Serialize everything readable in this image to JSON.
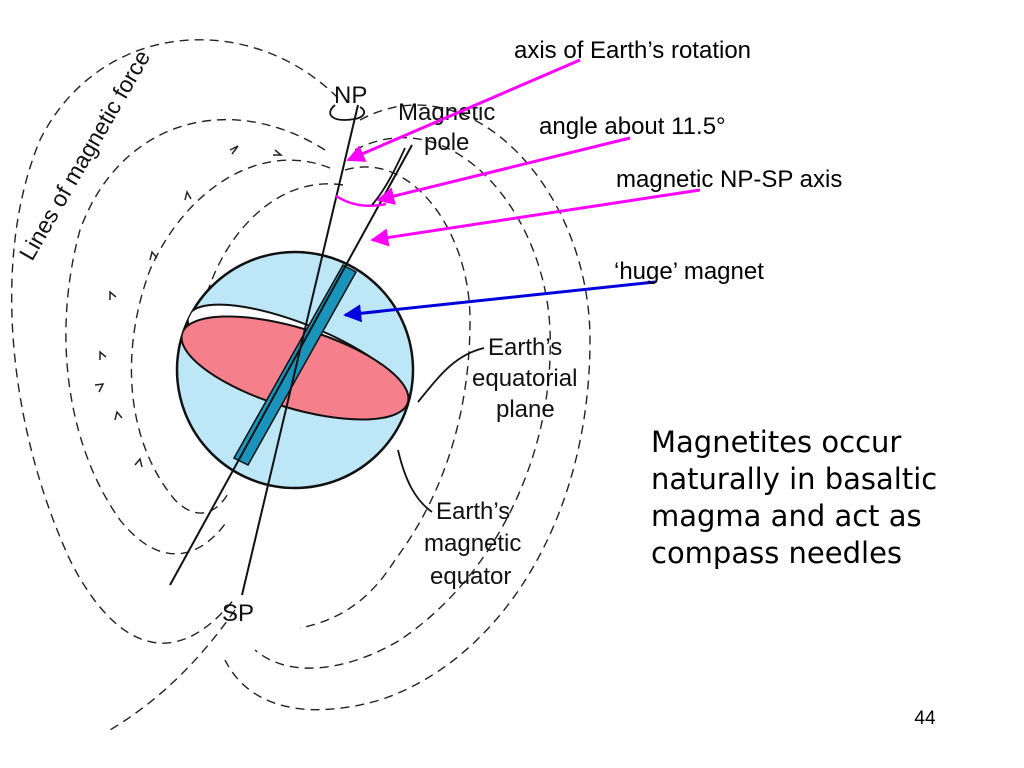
{
  "callouts": {
    "rotation_axis": "axis of Earth’s rotation",
    "angle": "angle about 11.5°",
    "magnetic_axis": "magnetic NP-SP axis",
    "magnet": "‘huge’ magnet"
  },
  "diagram_labels": {
    "lines_of_force": "Lines of magnetic force",
    "np": "NP",
    "sp": "SP",
    "magnetic_pole_1": "Magnetic",
    "magnetic_pole_2": "pole",
    "equatorial_plane_1": "Earth’s",
    "equatorial_plane_2": "equatorial",
    "equatorial_plane_3": "plane",
    "magnetic_equator_1": "Earth’s",
    "magnetic_equator_2": "magnetic",
    "magnetic_equator_3": "equator"
  },
  "note": {
    "line1": "Magnetites occur",
    "line2": "naturally in basaltic",
    "line3": "magma and act as",
    "line4": "compass needles"
  },
  "slide_number": "44",
  "colors": {
    "globe_fill": "#bde6f7",
    "equatorial_plane": "#f57f8a",
    "magnet_bar": "#1a94bb",
    "pointer_magenta": "#ff00ff",
    "pointer_blue": "#0000dd"
  }
}
